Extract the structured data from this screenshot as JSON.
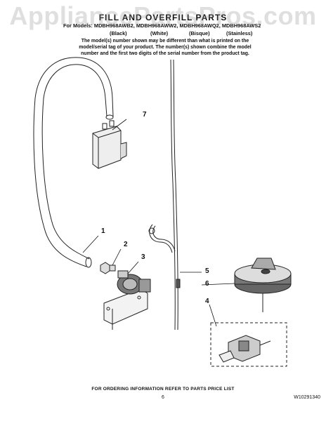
{
  "watermark": "AppliancePartsPros.com",
  "title": "FILL AND OVERFILL PARTS",
  "models_line": "For Models: MDBH968AWB2, MDBH968AWW2, MDBH968AWQ2, MDBH968AWS2",
  "colors": [
    "(Black)",
    "(White)",
    "(Bisque)",
    "(Stainless)"
  ],
  "note": "The model(s) number shown may be different than what is printed on the model/serial tag of your product. The number(s) shown combine the model number and the first two digits of the serial number from the product tag.",
  "callouts": [
    "1",
    "2",
    "3",
    "4",
    "5",
    "6",
    "7"
  ],
  "footer": "FOR ORDERING INFORMATION REFER TO PARTS PRICE LIST",
  "page_number": "6",
  "document_number": "W10291340"
}
